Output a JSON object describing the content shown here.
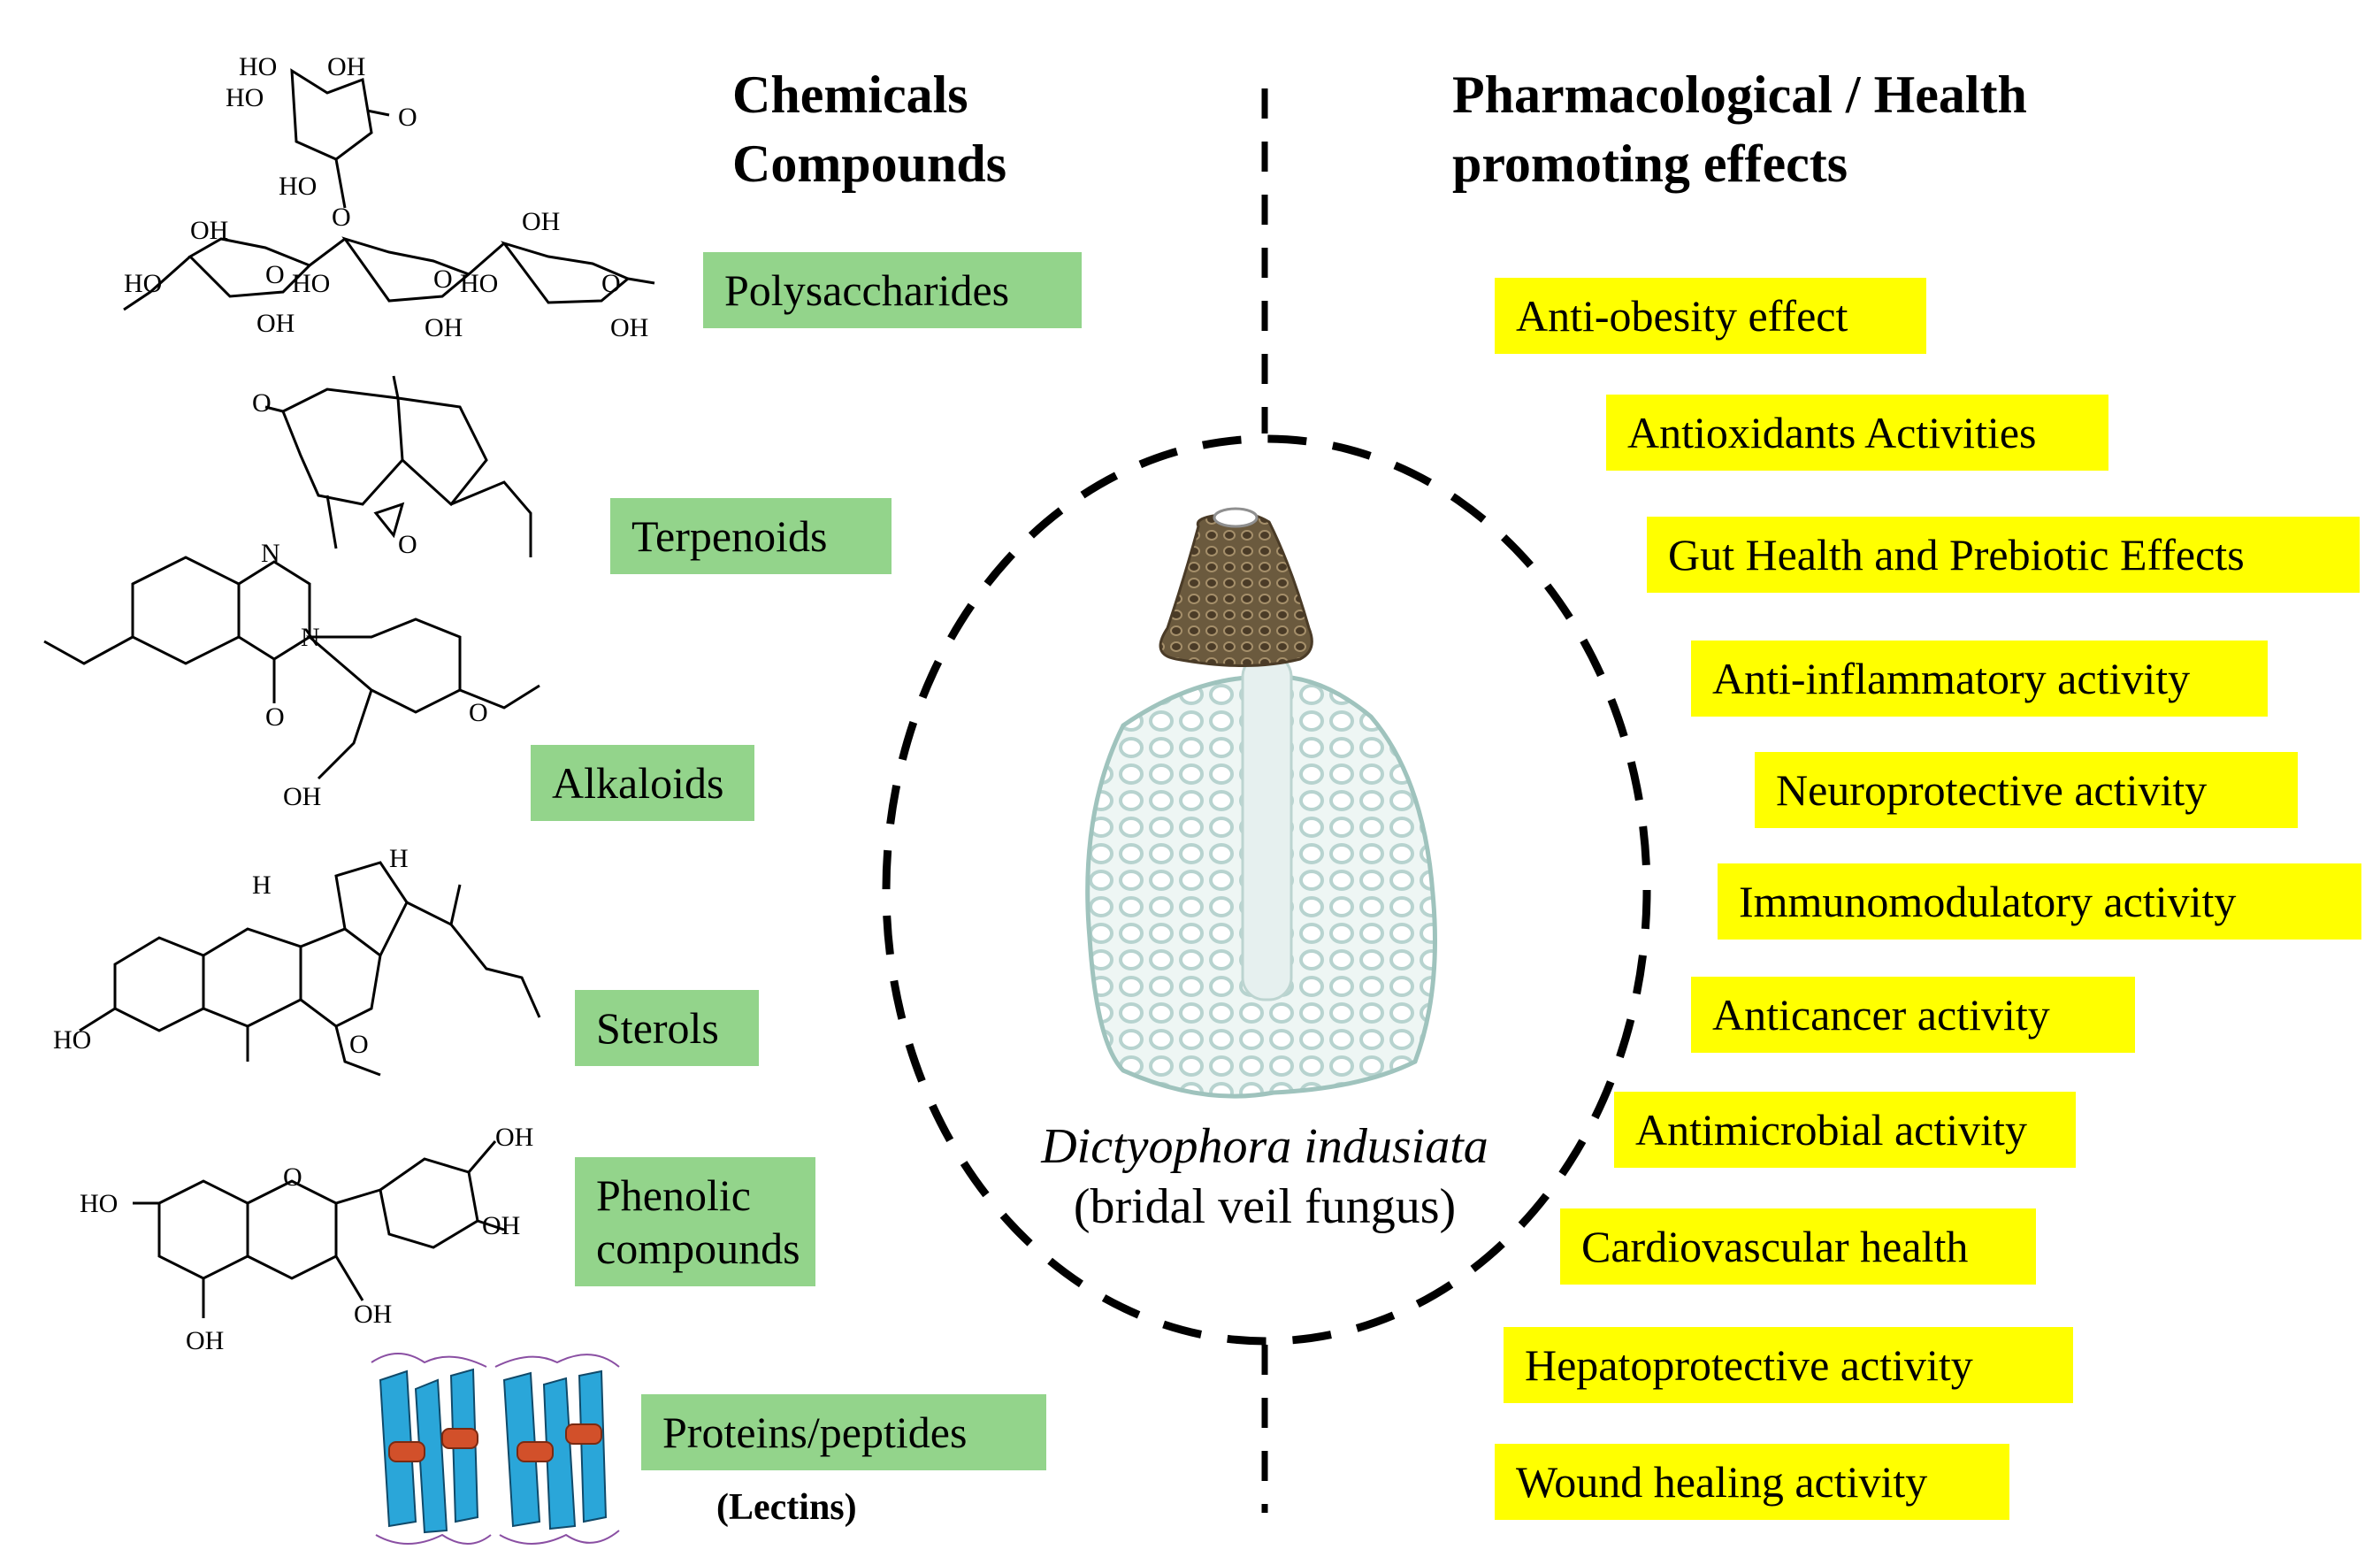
{
  "headings": {
    "left": "Chemicals\nCompounds",
    "right": "Pharmacological / Health\npromoting effects"
  },
  "compounds": [
    "Polysaccharides",
    "Terpenoids",
    "Alkaloids",
    "Sterols",
    "Phenolic\ncompounds",
    "Proteins/peptides"
  ],
  "lectins_note": "(Lectins)",
  "effects": [
    "Anti-obesity effect",
    "Antioxidants Activities",
    "Gut Health and Prebiotic Effects",
    "Anti-inflammatory activity",
    "Neuroprotective activity",
    "Immunomodulatory activity",
    "Anticancer activity",
    "Antimicrobial activity",
    "Cardiovascular health",
    "Hepatoprotective activity",
    "Wound healing activity"
  ],
  "species": {
    "scientific": "Dictyophora indusiata",
    "common": "(bridal veil fungus)"
  },
  "structure_labels": {
    "ho": "HO",
    "oh": "OH",
    "o": "O",
    "n": "N",
    "h": "H"
  },
  "colors": {
    "compound_box": "#93d48b",
    "effect_box": "#ffff00"
  }
}
